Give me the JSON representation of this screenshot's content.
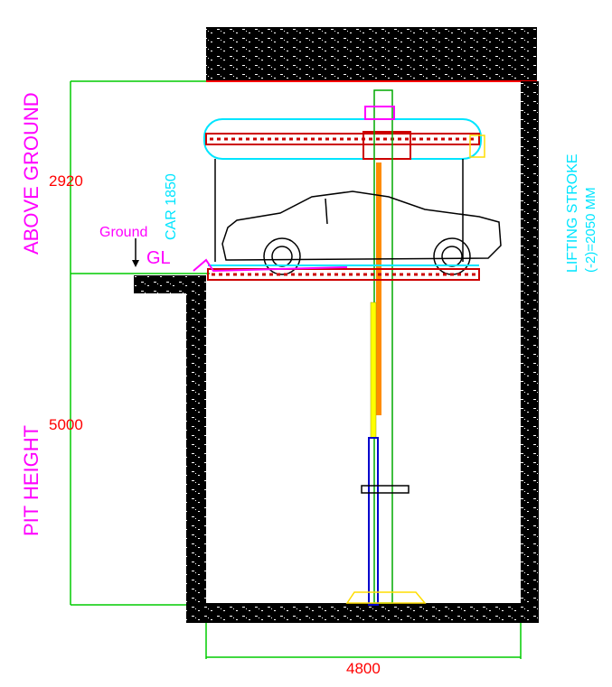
{
  "labels": {
    "above_ground": "ABOVE GROUND",
    "pit_height": "PIT HEIGHT",
    "ground": "Ground",
    "gl": "GL",
    "car": "CAR 1850",
    "lifting_stroke_1": "LIFTING STROKE",
    "lifting_stroke_2": "(-2)=2050 MM"
  },
  "dimensions": {
    "above_ground_mm": "2920",
    "pit_height_mm": "5000",
    "pit_width_mm": "4800"
  },
  "colors": {
    "wall": "#000000",
    "dimension_line": "#00cc00",
    "dimension_text": "#ff0000",
    "label_magenta": "#ff00ff",
    "label_cyan": "#00e5ff",
    "roof_edge": "#ff0000",
    "cylinder_yellow": "#ffff00",
    "column_orange": "#ff8c00",
    "hydraulic_blue": "#0000cc"
  }
}
